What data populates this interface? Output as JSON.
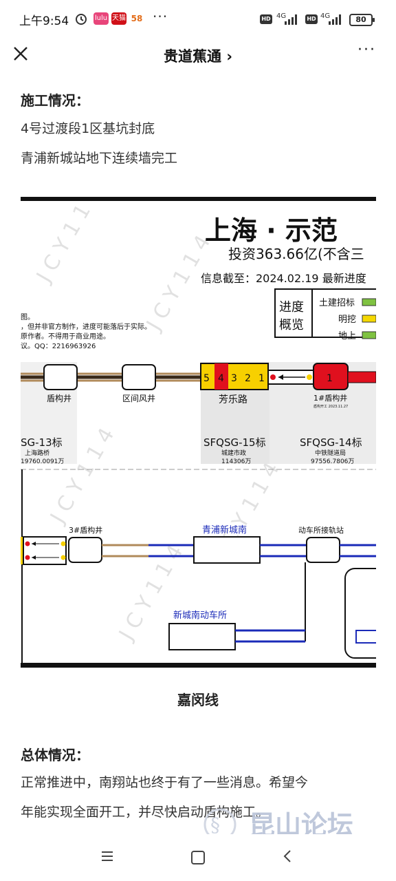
{
  "status_bar": {
    "time": "上午9:54",
    "app_badges": [
      "lulu",
      "天猫",
      "58"
    ],
    "more": "···",
    "network_a": "4G",
    "network_b": "4G",
    "hd": "HD",
    "battery": "80"
  },
  "nav": {
    "title": "贵道蕉通",
    "chevron": "›",
    "more": "···"
  },
  "article": {
    "section1_title": "施工情况：",
    "section1_items": [
      "4号过渡段1区基坑封底",
      "青浦新城站地下连续墙完工"
    ],
    "caption": "嘉闵线",
    "section2_title": "总体情况：",
    "section2_line1": "正常推进中，南翔站也终于有了一些消息。希望今",
    "section2_line2": "年能实现全面开工，并尽快启动盾构施工。"
  },
  "diagram": {
    "heading": "上海 · 示范",
    "invest": "投资363.66亿(不含三",
    "date_line": "信息截至：2024.02.19  最新进度",
    "progress_box": "进度概览",
    "progress_box_l1": "进度",
    "progress_box_l2": "概览",
    "legend": [
      "土建招标",
      "明挖",
      "地上"
    ],
    "legend_colors": [
      "#7fc241",
      "#f5d800",
      "#7fc241"
    ],
    "notes": [
      "图。",
      "，但并非官方制作，进度可能落后于实际。",
      "原作者。不得用于商业用途。",
      "议。QQ：2216963926"
    ],
    "stations_top": [
      "盾构井",
      "区间风井",
      "芳乐路",
      "1#盾构井"
    ],
    "shaft_note": "盾构开工 2023.11.27",
    "station_digits": [
      "5",
      "4",
      "3",
      "2",
      "1"
    ],
    "red_digit": "1",
    "bid_left": {
      "code": "SG-13标",
      "contractor": "上海路桥",
      "amount": "19760.0091万"
    },
    "bid_mid": {
      "code": "SFQSG-15标",
      "contractor": "城建市政",
      "amount": "114306万"
    },
    "bid_right": {
      "code": "SFQSG-14标",
      "contractor": "中铁隧道局",
      "amount": "97556.7806万"
    },
    "stations_bottom": [
      "3#盾构井",
      "青浦新城南",
      "动车所接轨站",
      "新城南动车所"
    ],
    "watermark": "J C Y 1 1 4"
  },
  "watermark_site": "昆山论坛",
  "colors": {
    "red": "#e0101e",
    "yellow": "#f7d000",
    "blue": "#1a2ab8",
    "brown": "#b08a5a"
  }
}
